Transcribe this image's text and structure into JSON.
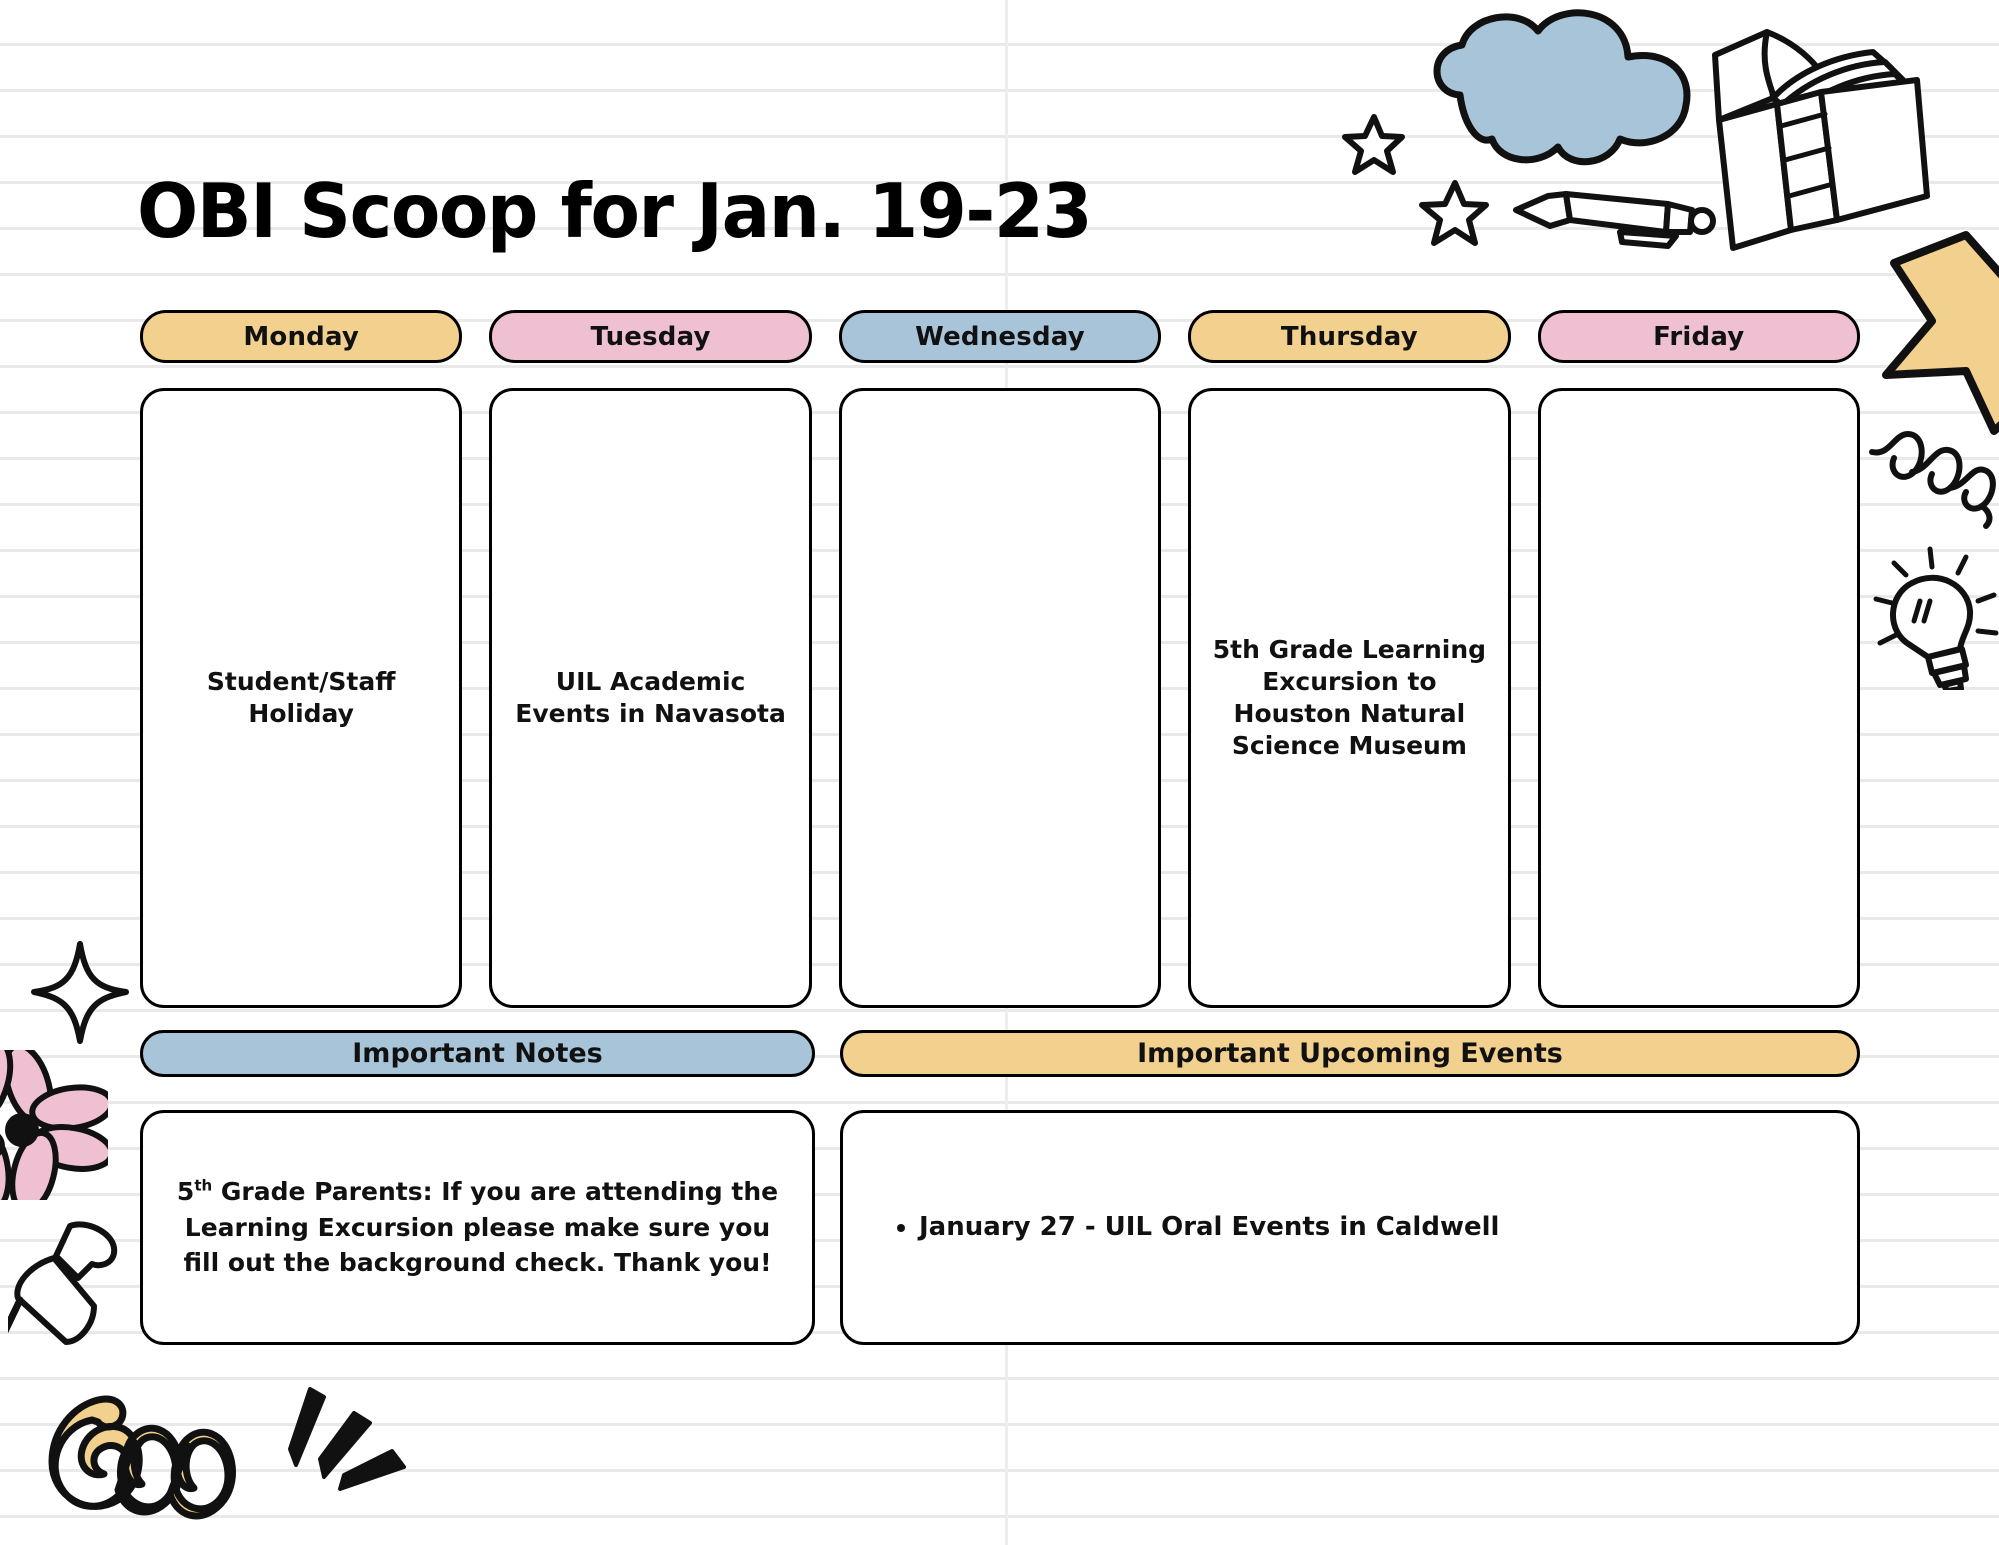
{
  "page": {
    "title": "OBI Scoop for Jan. 19-23",
    "background": "#ffffff",
    "rule_color": "#e9e9e9"
  },
  "palette": {
    "yellow": "#f2d08e",
    "pink": "#eec0d2",
    "blue": "#a8c4d9",
    "outline": "#000000"
  },
  "week": {
    "days": [
      {
        "label": "Monday",
        "color": "#f2d08e",
        "event": "Student/Staff Holiday"
      },
      {
        "label": "Tuesday",
        "color": "#eec0d2",
        "event": "UIL Academic Events in Navasota"
      },
      {
        "label": "Wednesday",
        "color": "#a8c4d9",
        "event": ""
      },
      {
        "label": "Thursday",
        "color": "#f2d08e",
        "event": "5th Grade Learning Excursion to Houston Natural Science Museum"
      },
      {
        "label": "Friday",
        "color": "#eec0d2",
        "event": ""
      }
    ]
  },
  "notes": {
    "heading": "Important Notes",
    "heading_color": "#a8c4d9",
    "body_prefix": "5",
    "body_sup": "th",
    "body_rest": " Grade Parents: If you are attending the Learning Excursion please make sure you fill out the background check. Thank you!"
  },
  "events": {
    "heading": "Important Upcoming Events",
    "heading_color": "#f2d08e",
    "items": [
      "January 27 - UIL Oral Events in Caldwell"
    ]
  },
  "decorations": [
    {
      "name": "cloud-doodle",
      "color": "#a8c4d9"
    },
    {
      "name": "open-book-doodle",
      "color": "#ffffff"
    },
    {
      "name": "pen-doodle",
      "color": "#ffffff"
    },
    {
      "name": "star-outline-doodle",
      "color": "#ffffff"
    },
    {
      "name": "star-filled-doodle",
      "color": "#f2d08e"
    },
    {
      "name": "spiral-doodle",
      "color": "#ffffff"
    },
    {
      "name": "lightbulb-doodle",
      "color": "#ffffff"
    },
    {
      "name": "sparkle-doodle",
      "color": "#ffffff"
    },
    {
      "name": "flower-doodle",
      "color": "#eec0d2"
    },
    {
      "name": "pushpin-doodle",
      "color": "#ffffff"
    },
    {
      "name": "loop-scribble-doodle",
      "color": "#f2d08e"
    },
    {
      "name": "motion-lines-doodle",
      "color": "#000000"
    }
  ]
}
